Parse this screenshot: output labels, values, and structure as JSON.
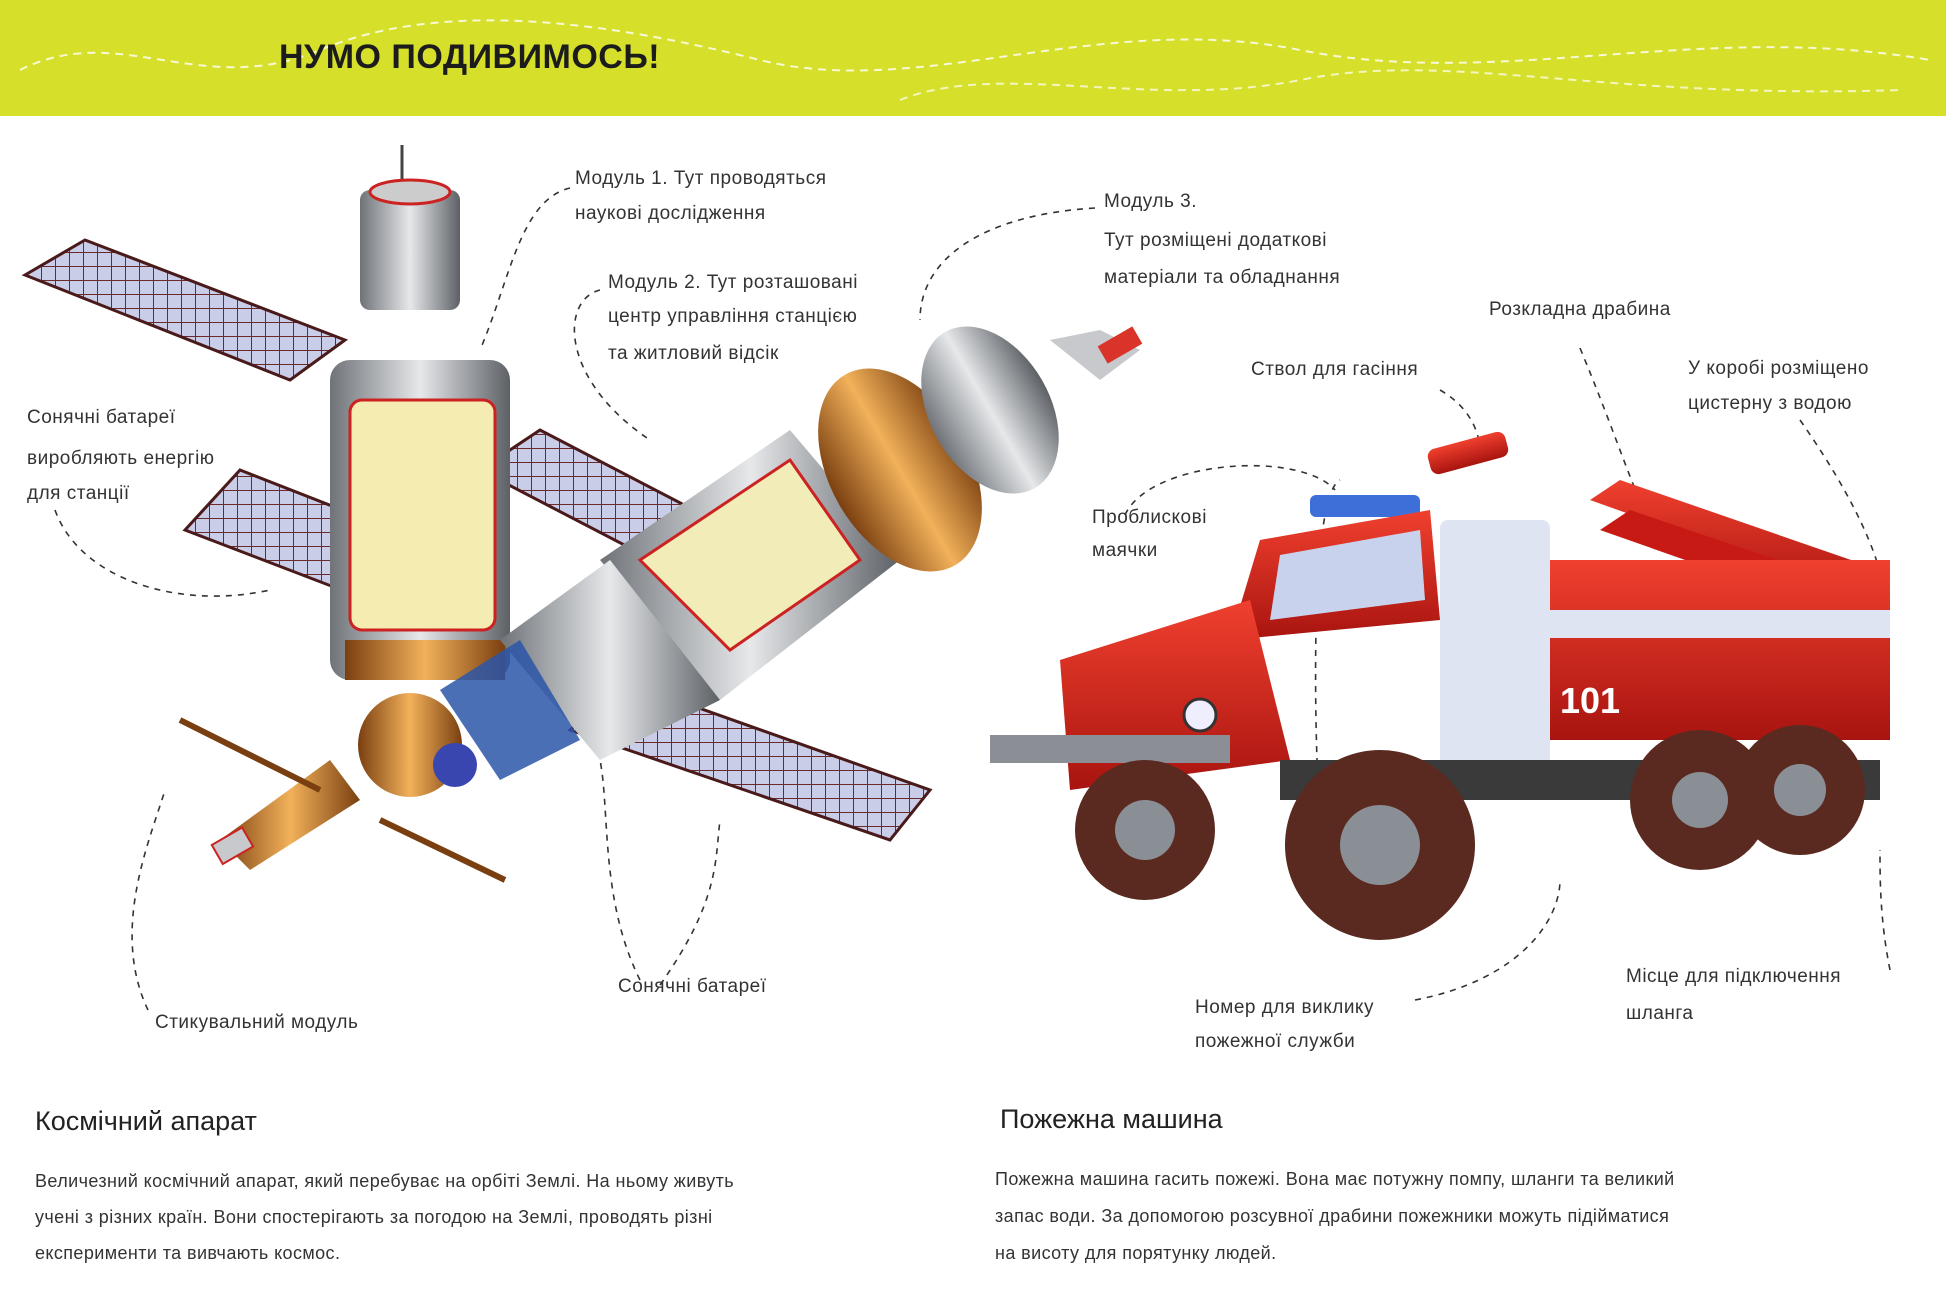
{
  "header": {
    "title": "НУМО ПОДИВИМОСЬ!"
  },
  "colors": {
    "header_bg": "#d6e02a",
    "truck_red": "#d8221c",
    "station_orange": "#d98a2b"
  },
  "station": {
    "labels": {
      "module1": [
        "Модуль 1. Тут проводяться",
        "наукові дослідження"
      ],
      "module2": [
        "Модуль 2. Тут розташовані",
        "центр управління станцією",
        "та житловий відсік"
      ],
      "module3": [
        "Модуль 3.",
        "Тут розміщені додаткові",
        "матеріали та обладнання"
      ],
      "solar_left": [
        "Сонячні батареї",
        "виробляють енергію",
        "для станції"
      ],
      "docking": "Стикувальний модуль",
      "solar_bottom": "Сонячні батареї"
    },
    "heading": "Космічний апарат",
    "body": [
      "Величезний космічний апарат, який перебуває на орбіті Землі. На ньому живуть",
      "учені з різних країн. Вони спостерігають за погодою на Землі, проводять різні",
      "експерименти та вивчають космос."
    ]
  },
  "truck": {
    "labels": {
      "ladder": "Розкладна драбина",
      "nozzle": "Ствол для гасіння",
      "tank": [
        "У коробі розміщено",
        "цистерну з водою"
      ],
      "beacons": [
        "Проблискові",
        "маячки"
      ],
      "number": [
        "Номер для виклику",
        "пожежної служби"
      ],
      "hose": [
        "Місце для підключення",
        "шланга"
      ]
    },
    "plate_number": "101",
    "heading": "Пожежна машина",
    "body": [
      "Пожежна машина гасить пожежі. Вона має потужну помпу, шланги та великий",
      "запас води. За допомогою розсувної драбини пожежники можуть підійматися",
      "на висоту для порятунку людей."
    ]
  }
}
